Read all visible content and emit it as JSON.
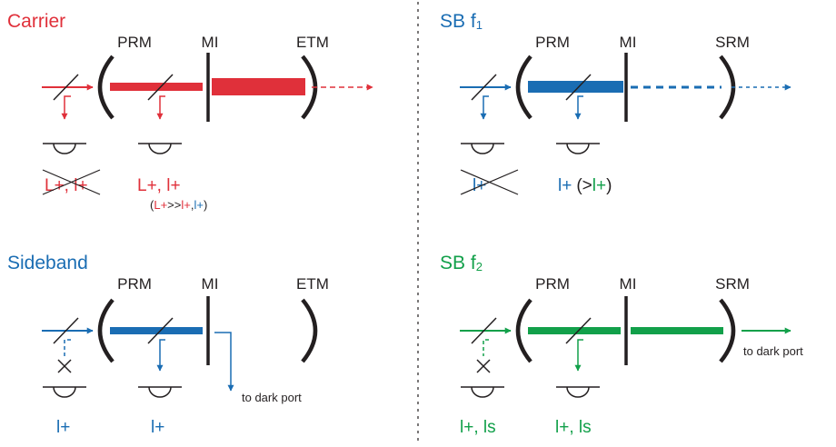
{
  "colors": {
    "carrier": "#e0303a",
    "sideband": "#1a6db3",
    "sb_f2": "#12a04a",
    "ink": "#231f20"
  },
  "panels": {
    "carrier": {
      "title": "Carrier",
      "mirrors": [
        "PRM",
        "MI",
        "ETM"
      ],
      "signal_left": "L+, l+",
      "signal_right": "L+, l+",
      "note_open": "(",
      "note_a": "L+",
      "note_gg": ">>",
      "note_b": "l+",
      "note_comma": ",",
      "note_c": "l+",
      "note_close": ")"
    },
    "sb_f1": {
      "title_main": "SB f",
      "title_sub": "1",
      "mirrors": [
        "PRM",
        "MI",
        "SRM"
      ],
      "signal_left": "l+",
      "signal_right_a": "l+",
      "signal_right_b": "(>",
      "signal_right_c": "l+",
      "signal_right_d": ")"
    },
    "sideband": {
      "title": "Sideband",
      "mirrors": [
        "PRM",
        "MI",
        "ETM"
      ],
      "signal_left": "l+",
      "signal_right": "l+",
      "dark_port": "to dark port"
    },
    "sb_f2": {
      "title_main": "SB f",
      "title_sub": "2",
      "mirrors": [
        "PRM",
        "MI",
        "SRM"
      ],
      "signal_left": "l+, ls",
      "signal_right": "l+, ls",
      "dark_port": "to dark port"
    }
  }
}
